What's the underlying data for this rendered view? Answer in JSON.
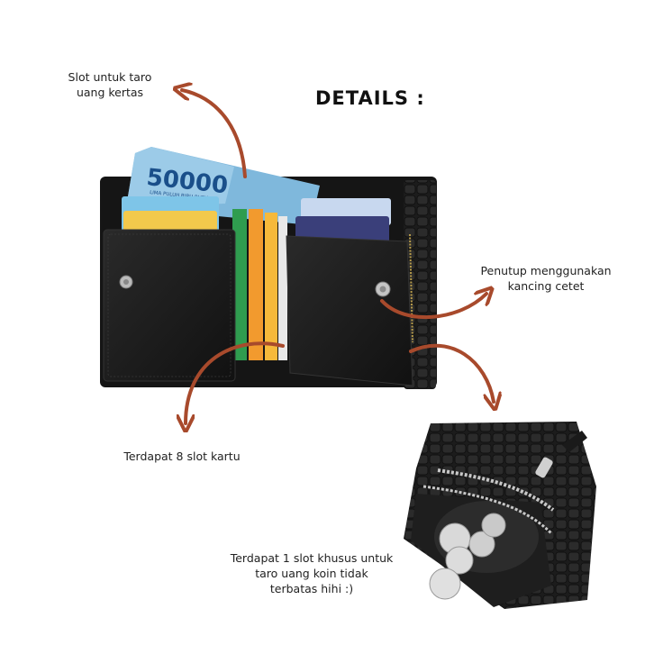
{
  "title": "DETAILS :",
  "callouts": {
    "cash_slot": [
      "Slot untuk taro",
      "uang kertas"
    ],
    "snap_button": [
      "Penutup menggunakan",
      "kancing cetet"
    ],
    "card_slots": [
      "Terdapat 8 slot kartu"
    ],
    "coin_slot": [
      "Terdapat 1 slot khusus untuk",
      "taro uang koin tidak",
      "terbatas hihi :)"
    ]
  },
  "banknote": {
    "value": "50000",
    "caption": "LIMA PULUH RIBU RUPIAH"
  },
  "colors": {
    "arrow": "#a84a2c",
    "wallet": "#1b1b1b",
    "banknote": "#7fb8dc"
  }
}
